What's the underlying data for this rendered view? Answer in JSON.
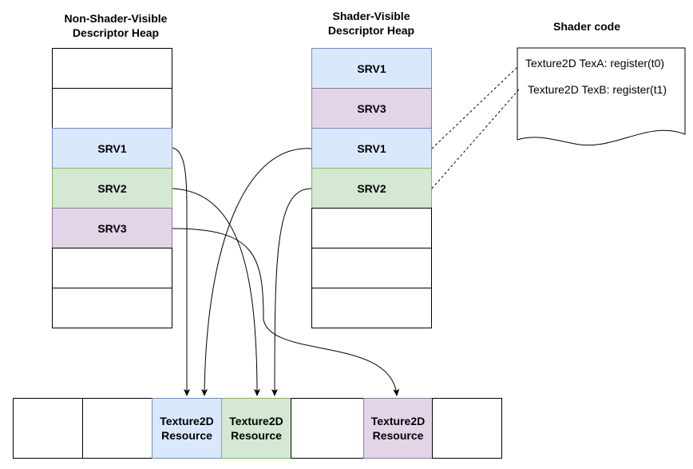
{
  "titles": {
    "non_shader_visible_heap": "Non-Shader-Visible\nDescriptor Heap",
    "shader_visible_heap": "Shader-Visible\nDescriptor Heap",
    "shader_code": "Shader code"
  },
  "non_shader_visible_heap": {
    "slots": [
      "",
      "",
      "SRV1",
      "SRV2",
      "SRV3",
      "",
      ""
    ]
  },
  "shader_visible_heap": {
    "slots": [
      "SRV1",
      "SRV3",
      "SRV1",
      "SRV2",
      "",
      "",
      ""
    ]
  },
  "shader_code": {
    "lines": [
      "Texture2D TexA: register(t0)",
      "Texture2D TexB: register(t1)"
    ]
  },
  "resource_row": {
    "cells": [
      "",
      "",
      "Texture2D\nResource",
      "Texture2D\nResource",
      "",
      "Texture2D\nResource",
      ""
    ]
  },
  "colors": {
    "blue_fill": "#dae8fc",
    "green_fill": "#d5e8d4",
    "purple_fill": "#e1d5e7"
  }
}
